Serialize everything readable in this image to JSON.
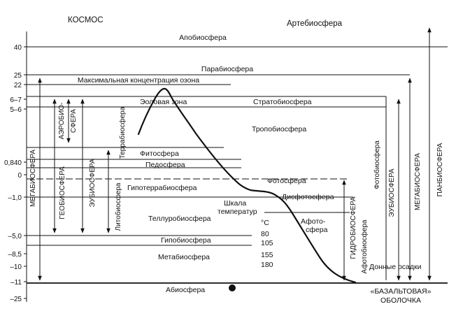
{
  "top": {
    "kosmos": "КОСМОС",
    "artebiosfera": "Артебиосфера"
  },
  "layers": {
    "apobiosfera": "Апобиосфера",
    "parabiosfera": "Парабиосфера",
    "ozon": "Максимальная концентрация озона",
    "eolovaya": "Эоловая зона",
    "stratobiosfera": "Стратобиосфера",
    "tropobiosfera": "Тропобиосфера",
    "fitosfera": "Фитосфера",
    "pedosfera": "Педосфера",
    "fotosfera": "Фотосфера",
    "gipoterrabiosfera": "Гипотеррабиосфера",
    "disfotosfera": "Дисфотосфера",
    "tellurobiosfera": "Теллуробиосфера",
    "afotosfera_1": "Афото-",
    "afotosfera_2": "сфера",
    "gipobiosfera": "Гипобиосфера",
    "metabiosfera": "Метабиосфера",
    "donnye": "Донные осадки",
    "abiosfera": "Абиосфера",
    "bazalt_1": "«БАЗАЛЬТОВАЯ»",
    "bazalt_2": "ОБОЛОЧКА"
  },
  "temperature": {
    "title_1": "Шкала",
    "title_2": "температур",
    "unit": "°С",
    "values": [
      "80",
      "105",
      "155",
      "180"
    ]
  },
  "vertical": {
    "megabiosfera_left": "МЕГАБИОСФЕРА",
    "geobiosfera": "ГЕОБИОСФЕРА",
    "aerobio_1": "АЭРОБИО-",
    "aerobio_2": "СФЕРА",
    "eubiosfera_left": "ЭУБИОСФЕРА",
    "terrabiosfera": "Террабиосфера",
    "litobiosfera": "Литобиосфера",
    "gidrobiosfera": "ГИДРОБИОСФЕРА",
    "afotobiosfera": "Афотобиосфера",
    "fotobiosfera": "Фотобиосфера",
    "eubiosfera_right": "ЭУБИОСФЕРА",
    "megabiosfera_right": "МЕГАБИОСФЕРА",
    "panbiosfera": "ПАНБИОСФЕРА"
  },
  "scale": {
    "ticks": [
      {
        "label": "40",
        "value": 40
      },
      {
        "label": "25",
        "value": 25
      },
      {
        "label": "22",
        "value": 22
      },
      {
        "label": "6–7",
        "value": 6.5
      },
      {
        "label": "5–6",
        "value": 5.5
      },
      {
        "label": "0,840",
        "value": 0.84
      },
      {
        "label": "0",
        "value": 0
      },
      {
        "label": "–1,0",
        "value": -1.0
      },
      {
        "label": "–5,0",
        "value": -5.0
      },
      {
        "label": "–8,5",
        "value": -8.5
      },
      {
        "label": "–10",
        "value": -10
      },
      {
        "label": "–11",
        "value": -11
      },
      {
        "label": "–25",
        "value": -25
      }
    ]
  }
}
